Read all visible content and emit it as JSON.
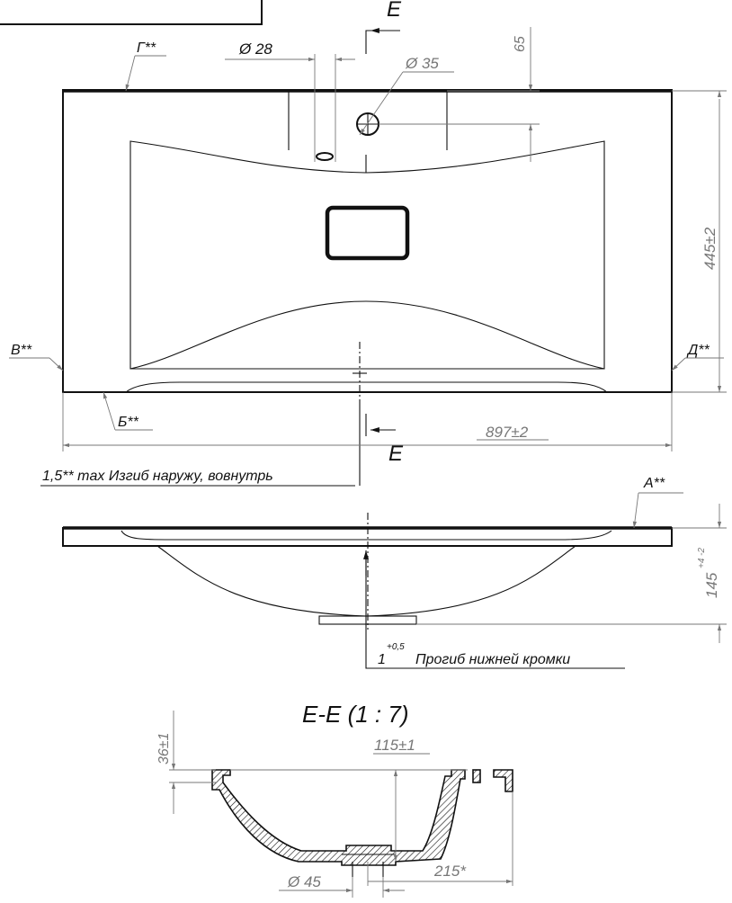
{
  "labels": {
    "section_mark": "E",
    "dia_28": "Ø 28",
    "dia_35": "Ø 35",
    "dim_65": "65",
    "g_mark": "Г**",
    "v_mark": "В**",
    "d_mark": "Д**",
    "b_mark": "Б**",
    "a_mark": "А**",
    "height_445": "445±2",
    "width_897": "897±2",
    "bend_note": "1,5** max Изгиб наружу, вовнутрь",
    "depth_145": "145",
    "depth_145_tol": "+4 -2",
    "deflect_1": "1",
    "deflect_tol": "+0,5",
    "deflect_note": "Прогиб нижней кромки",
    "section_title": "Е-Е (1 : 7)",
    "dim_36": "36±1",
    "dim_115": "115±1",
    "dia_45": "Ø 45",
    "dim_215": "215*"
  }
}
